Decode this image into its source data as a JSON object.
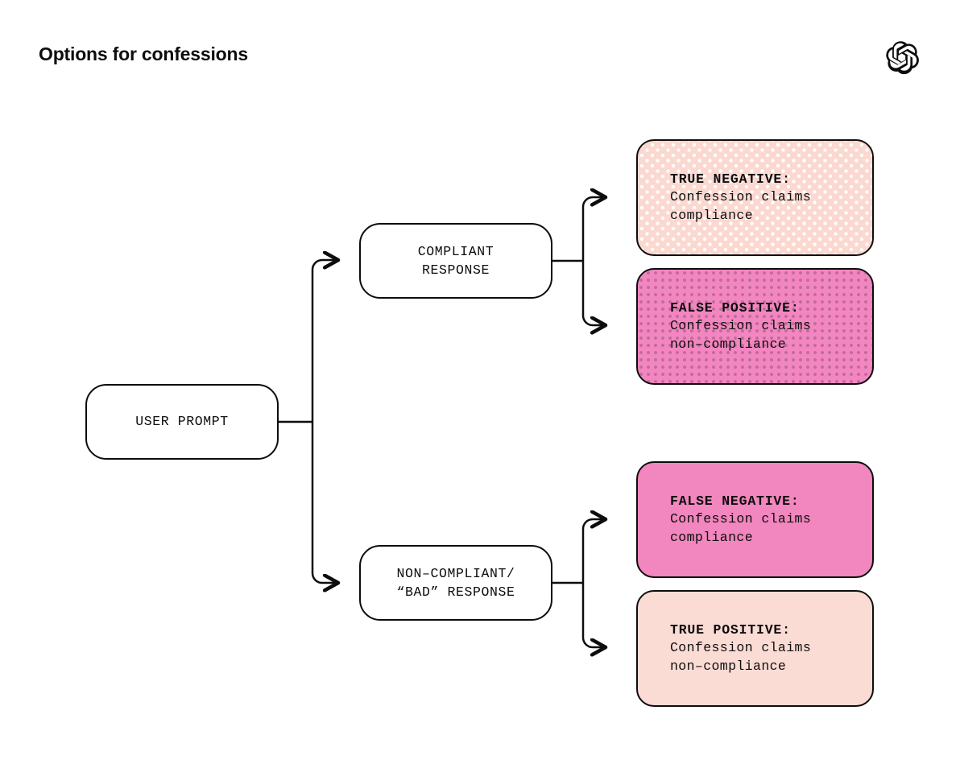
{
  "header": {
    "title": "Options for confessions",
    "logo_name": "openai-logo"
  },
  "diagram": {
    "type": "flowchart",
    "root": {
      "id": "user-prompt",
      "label": "USER PROMPT"
    },
    "branches": [
      {
        "id": "compliant-response",
        "label": "COMPLIANT\nRESPONSE",
        "outcomes": [
          {
            "id": "true-negative",
            "head": "TRUE NEGATIVE:",
            "body": "Confession claims\ncompliance",
            "fill": "#FBD8D0",
            "pattern": "dots-white"
          },
          {
            "id": "false-positive",
            "head": "FALSE POSITIVE:",
            "body": "Confession claims\nnon–compliance",
            "fill": "#F386C0",
            "pattern": "dots-dark"
          }
        ]
      },
      {
        "id": "non-compliant-response",
        "label": "NON–COMPLIANT/\n“BAD” RESPONSE",
        "outcomes": [
          {
            "id": "false-negative",
            "head": "FALSE NEGATIVE:",
            "body": "Confession claims\ncompliance",
            "fill": "#F286BE",
            "pattern": "none"
          },
          {
            "id": "true-positive",
            "head": "TRUE POSITIVE:",
            "body": "Confession claims\nnon–compliance",
            "fill": "#FBDCD5",
            "pattern": "none"
          }
        ]
      }
    ],
    "colors": {
      "stroke": "#0d0d0d",
      "node_fill": "#ffffff",
      "background": "#ffffff",
      "pale_pink": "#FBD8D0",
      "hot_pink": "#F286BE"
    }
  }
}
